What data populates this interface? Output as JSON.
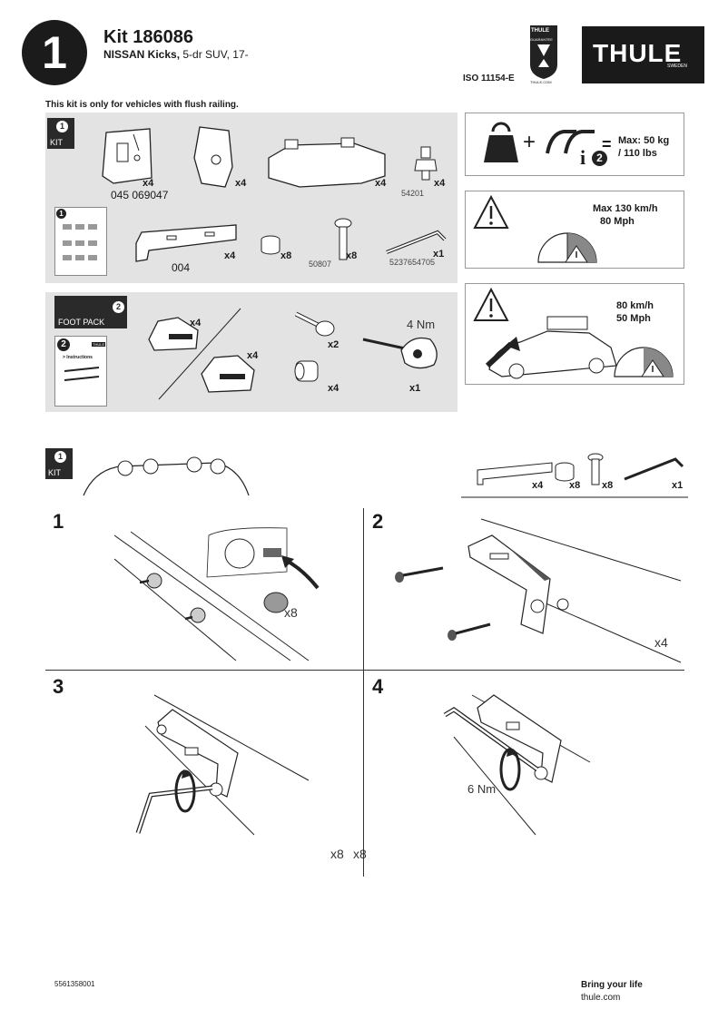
{
  "header": {
    "page_number": "1",
    "kit_title": "Kit 186086",
    "vehicle_make": "NISSAN Kicks,",
    "vehicle_detail": " 5-dr SUV, 17-",
    "iso": "ISO 11154-E",
    "badge_top": "THULE",
    "badge_mid": "GUARANTEE",
    "badge_bottom": "THULE.COM",
    "logo_text": "THULE",
    "logo_sub": "SWEDEN"
  },
  "notice": "This kit is only for vehicles with flush railing.",
  "kit_panel": {
    "circle_num": "1",
    "tag": "KIT",
    "items": [
      {
        "qty": "x4",
        "part": "045 069047"
      },
      {
        "qty": "x4",
        "part": ""
      },
      {
        "qty": "x4",
        "part": ""
      },
      {
        "qty": "x4",
        "part": "54201"
      },
      {
        "qty": "x4",
        "part": "004"
      },
      {
        "qty": "x8",
        "part": ""
      },
      {
        "qty": "x8",
        "part": "50807"
      },
      {
        "qty": "x1",
        "part": "5237654705"
      }
    ],
    "booklet_num": "1"
  },
  "foot_panel": {
    "circle_num": "2",
    "tag": "FOOT PACK",
    "booklet_num": "2",
    "booklet_label": "> Instructions",
    "booklet_brand": "THULE",
    "feet_qty_a": "x4",
    "feet_qty_b": "x4",
    "key_qty": "x2",
    "lock_qty": "x4",
    "torque": "4 Nm",
    "tool_qty": "x1"
  },
  "load_box": {
    "max_kg": "Max: 50 kg",
    "max_lbs": "/ 110 lbs",
    "plus": "+",
    "equals": "=",
    "info": "i",
    "info_num": "2"
  },
  "speed_box_1": {
    "speed_kmh": "Max  130 km/h",
    "speed_mph": "80 Mph"
  },
  "speed_box_2": {
    "speed_kmh": "80 km/h",
    "speed_mph": "50 Mph"
  },
  "strip": {
    "circle_num": "1",
    "tag": "KIT",
    "qty": [
      "x4",
      "x8",
      "x8",
      "x1"
    ]
  },
  "steps": [
    {
      "num": "1",
      "qty": "x8"
    },
    {
      "num": "2",
      "qty": "x4"
    },
    {
      "num": "3",
      "qty": "x8"
    },
    {
      "num": "4",
      "qty": "x8",
      "torque": "6 Nm"
    }
  ],
  "footer": {
    "code": "5561358001",
    "brand": "Bring your life",
    "url": "thule.com"
  }
}
